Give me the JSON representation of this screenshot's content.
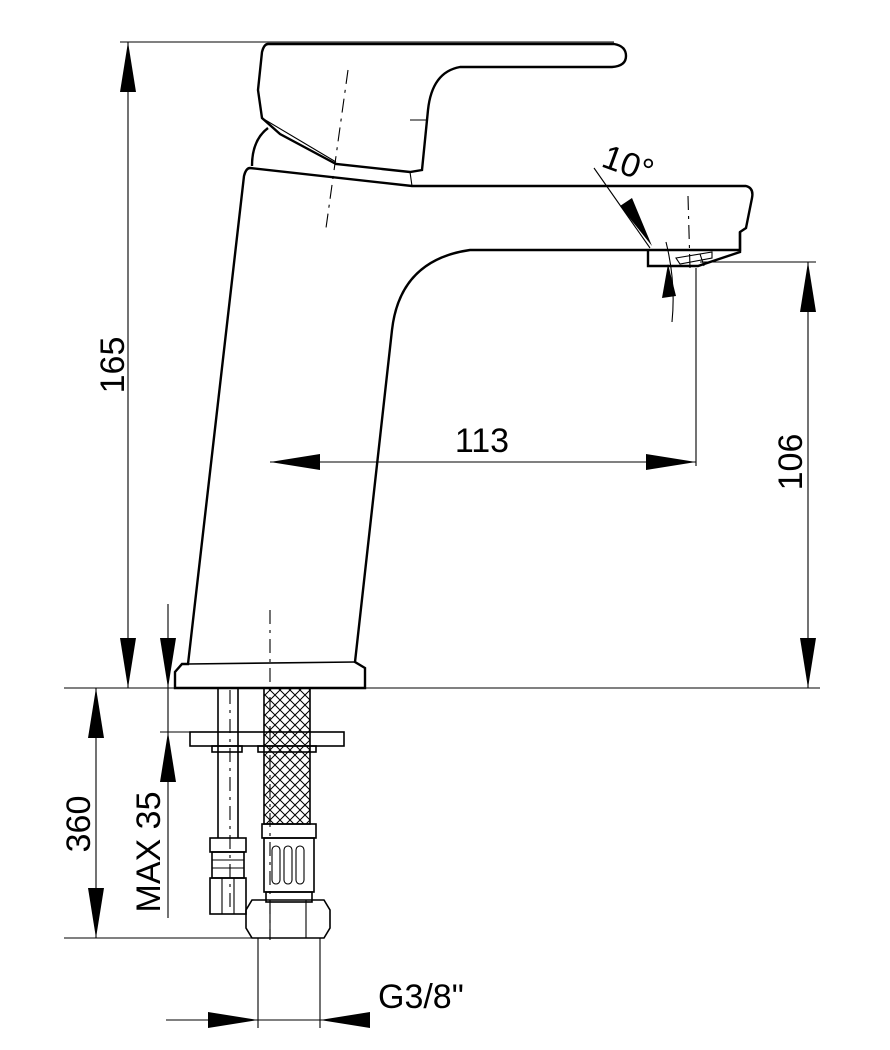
{
  "dimensions": {
    "height_total": "165",
    "spout_reach": "113",
    "spout_height": "106",
    "angle": "10°",
    "hose_length": "360",
    "max_mount": "MAX 35",
    "thread": "G3/8\""
  }
}
